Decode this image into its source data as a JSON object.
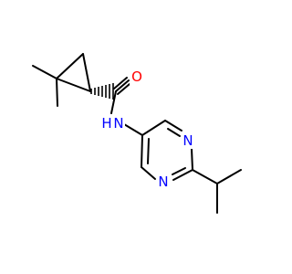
{
  "molecule": {
    "atom_labels": {
      "oxygen": "O",
      "amide_nh": "H",
      "amide_n": "N",
      "pyrimidine_n_upper": "N",
      "pyrimidine_n_lower": "N"
    },
    "colors": {
      "bond": "#000000",
      "oxygen": "#ff0000",
      "nitrogen": "#0000ff",
      "background": "#ffffff"
    }
  }
}
